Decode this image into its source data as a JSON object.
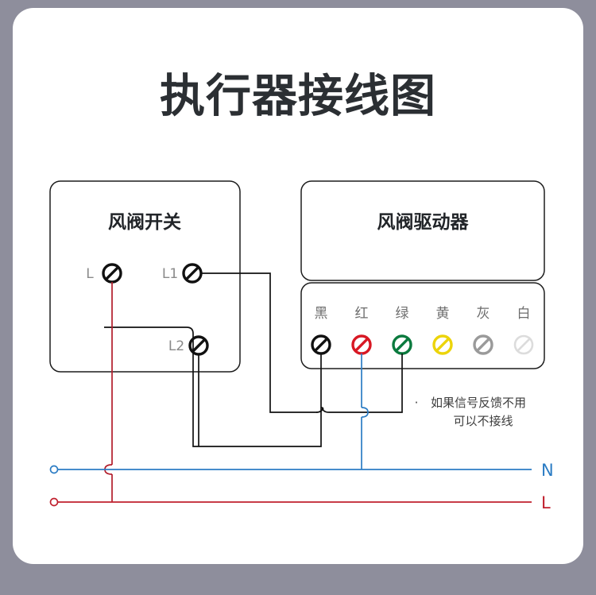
{
  "page": {
    "title": "执行器接线图",
    "background_color": "#8e8e9c",
    "card_color": "#ffffff"
  },
  "switch_box": {
    "title": "风阀开关",
    "terminals": [
      {
        "label": "L",
        "color": "#111111",
        "name": "terminal-L"
      },
      {
        "label": "L1",
        "color": "#111111",
        "name": "terminal-L1"
      },
      {
        "label": "L2",
        "color": "#111111",
        "name": "terminal-L2"
      }
    ]
  },
  "actuator_box": {
    "title": "风阀驱动器",
    "terminals": [
      {
        "label": "黑",
        "color": "#111111",
        "name": "terminal-black"
      },
      {
        "label": "红",
        "color": "#d81824",
        "name": "terminal-red"
      },
      {
        "label": "绿",
        "color": "#0b7a3e",
        "name": "terminal-green"
      },
      {
        "label": "黄",
        "color": "#ecd40a",
        "name": "terminal-yellow"
      },
      {
        "label": "灰",
        "color": "#9a9a9a",
        "name": "terminal-gray"
      },
      {
        "label": "白",
        "color": "#dcdcdc",
        "name": "terminal-white"
      }
    ]
  },
  "note": {
    "line1": "如果信号反馈不用",
    "line2": "可以不接线",
    "bullet": "·"
  },
  "bus": {
    "neutral": {
      "label": "N",
      "color": "#2b7cc4"
    },
    "live": {
      "label": "L",
      "color": "#c0202e"
    }
  }
}
